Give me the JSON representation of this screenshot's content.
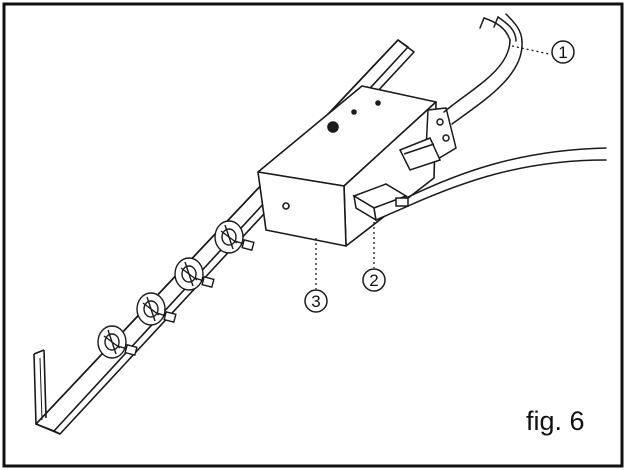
{
  "figure": {
    "caption": "fig. 6",
    "callouts": [
      {
        "number": "1",
        "target": "power-cable"
      },
      {
        "number": "2",
        "target": "cable-plug"
      },
      {
        "number": "3",
        "target": "junction-box"
      }
    ],
    "colors": {
      "line": "#1a1a1a",
      "background": "#ffffff",
      "frame": "#111111"
    }
  }
}
